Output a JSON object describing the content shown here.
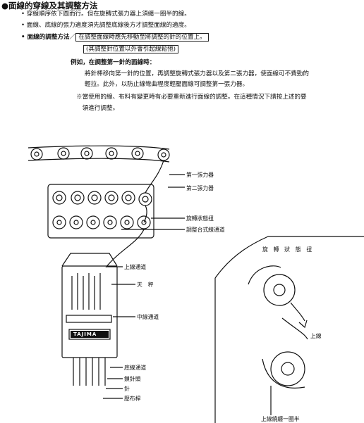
{
  "title": "●面線的穿線及其調整方法",
  "bullets": [
    "• 穿線順序依下圖而行。但在旋轉式張力器上須纏一圈半的線。",
    "• 面線、底線的張力適度須先調整底線後方才調整面線的適度。"
  ],
  "method": {
    "label": "• 面線的調整方法",
    "boxed_text": "在調整面線時應先移動至將調整的針的位置上。",
    "note": "(其調整針位置以外會引起線鬆弛)"
  },
  "example": {
    "heading": "例如，在調整第一針的面線時：",
    "body_lines": [
      "將針棒移向第一針的位置，再調整旋轉式張力器以及第二張力器，使面線可不費勁的",
      "輕拉。此外，以防止線彎曲程度輕壓面線可調整第一張力器。"
    ]
  },
  "remark_lines": [
    "※當使用的線、布料有變更時有必要重新進行面線的調整。在這種情況下請按上述的要",
    "　領進行調整。"
  ],
  "machine_labels": {
    "first_tensioner": "第一張力器",
    "second_tensioner": "第二張力器",
    "rotary_tensioner": "旋轉狀態扭",
    "adjust_guide": "調整台式線通道",
    "upper_guide": "上線通道",
    "take_up": "天　秤",
    "middle_guide": "中線通道",
    "brand": "TAJIMA",
    "bottom_guide": "底線通道",
    "needle_bar": "鎖針頭",
    "needle": "針",
    "presser": "壓布桿"
  },
  "detail_labels": {
    "title": "旋　轉　狀　態　扭",
    "upper_thread": "上線",
    "wind_note": "上線繞纏一圈半"
  }
}
